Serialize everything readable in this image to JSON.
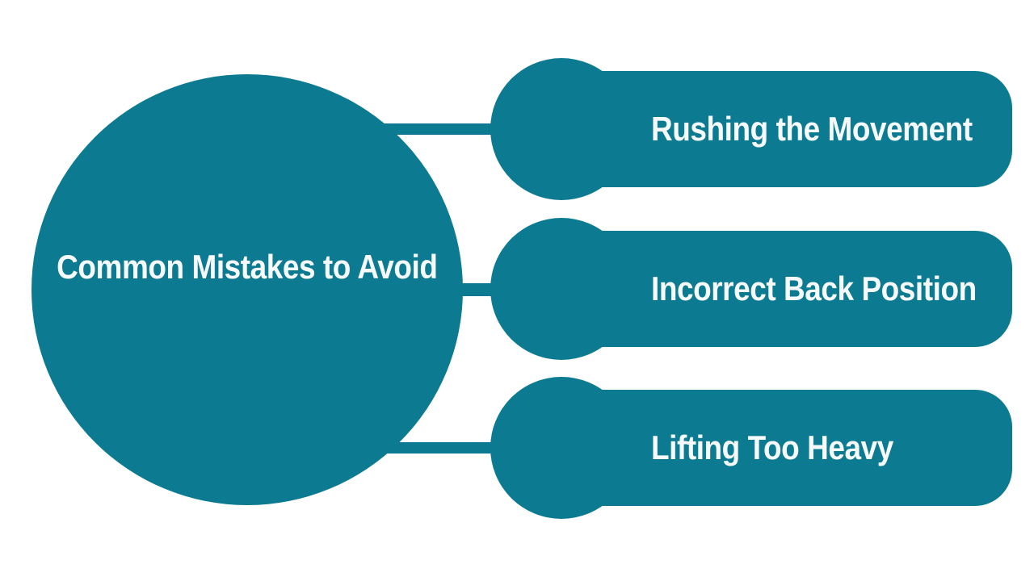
{
  "title": "Common Mistakes to Avoid",
  "branches": [
    {
      "label": "Rushing the Movement"
    },
    {
      "label": "Incorrect Back Position"
    },
    {
      "label": "Lifting Too Heavy"
    }
  ],
  "colors": {
    "shape_teal": "#0c7b91",
    "label_text": "#f7fafb",
    "background": "#ffffff"
  }
}
